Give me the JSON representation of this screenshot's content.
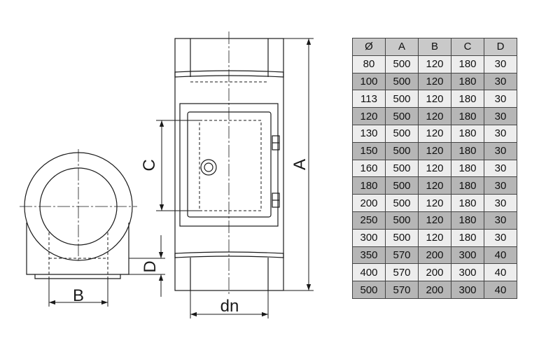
{
  "diagram": {
    "labels": {
      "A": "A",
      "B": "B",
      "C": "C",
      "D": "D",
      "dn": "dn"
    },
    "colors": {
      "line": "#1a1a1a",
      "table_header": "#c9c9c9",
      "row_light": "#ededed",
      "row_dark": "#b6b6b6"
    }
  },
  "table": {
    "headers": [
      "Ø",
      "A",
      "B",
      "C",
      "D"
    ],
    "rows": [
      [
        "80",
        "500",
        "120",
        "180",
        "30"
      ],
      [
        "100",
        "500",
        "120",
        "180",
        "30"
      ],
      [
        "113",
        "500",
        "120",
        "180",
        "30"
      ],
      [
        "120",
        "500",
        "120",
        "180",
        "30"
      ],
      [
        "130",
        "500",
        "120",
        "180",
        "30"
      ],
      [
        "150",
        "500",
        "120",
        "180",
        "30"
      ],
      [
        "160",
        "500",
        "120",
        "180",
        "30"
      ],
      [
        "180",
        "500",
        "120",
        "180",
        "30"
      ],
      [
        "200",
        "500",
        "120",
        "180",
        "30"
      ],
      [
        "250",
        "500",
        "120",
        "180",
        "30"
      ],
      [
        "300",
        "500",
        "120",
        "180",
        "30"
      ],
      [
        "350",
        "570",
        "200",
        "300",
        "40"
      ],
      [
        "400",
        "570",
        "200",
        "300",
        "40"
      ],
      [
        "500",
        "570",
        "200",
        "300",
        "40"
      ]
    ]
  }
}
